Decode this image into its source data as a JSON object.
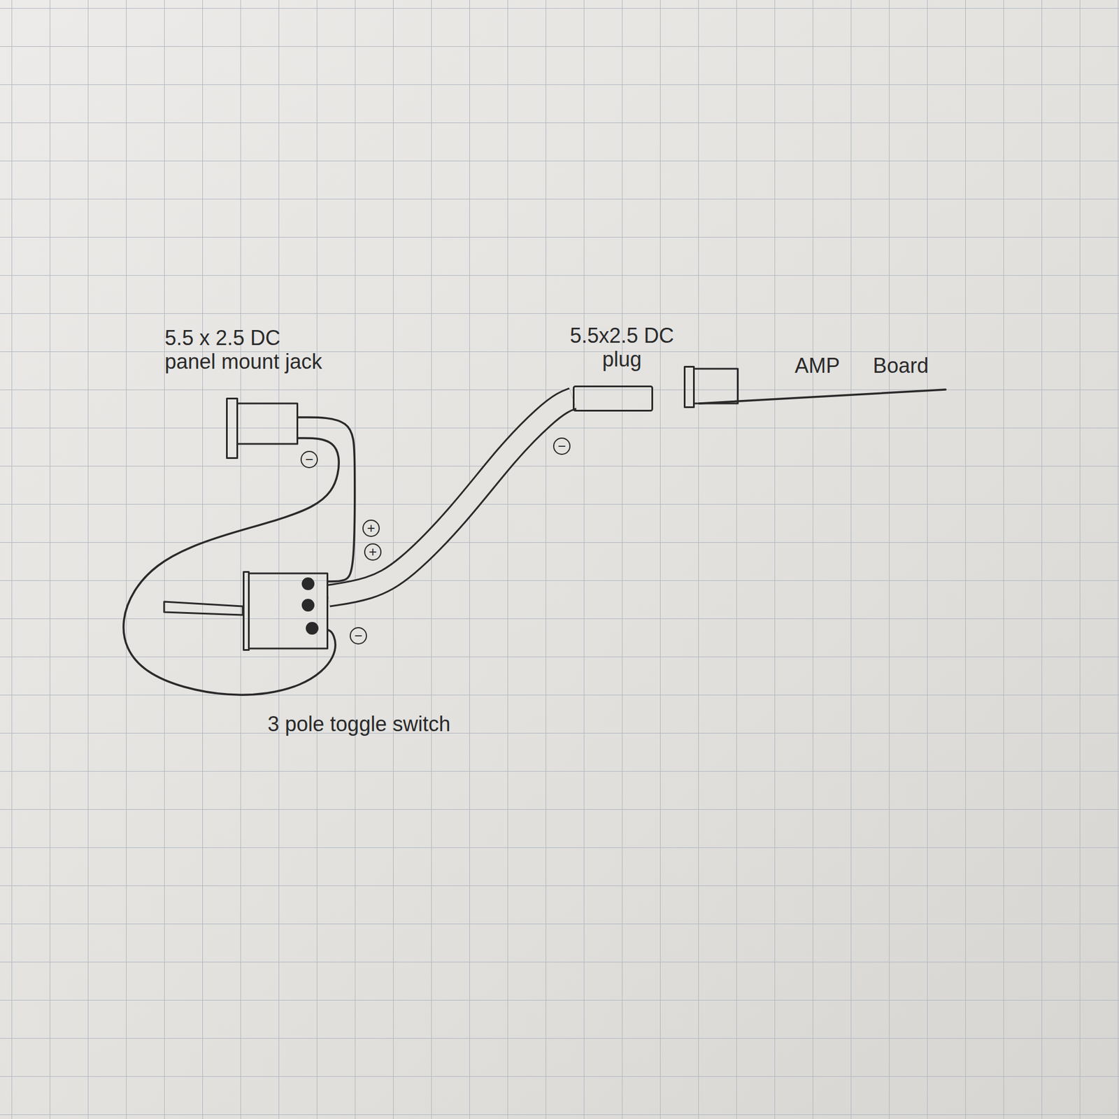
{
  "diagram": {
    "nodes": [
      {
        "text": [
          "5.5 x 2.5 DC panel mount jack"
        ]
      },
      {
        "text": [
          "5.5x2.5 DC plug"
        ]
      },
      {
        "text": [
          "AMP Board"
        ]
      },
      {
        "text": [
          "3 pole toggle switch"
        ]
      }
    ],
    "edges": [
      {
        "from": 0,
        "to": 3,
        "arrow": "none"
      },
      {
        "from": 0,
        "to": 3,
        "arrow": "none"
      },
      {
        "from": 3,
        "to": 1,
        "arrow": "none"
      }
    ],
    "labels": [
      "−",
      "+",
      "+",
      "−",
      "−"
    ]
  }
}
